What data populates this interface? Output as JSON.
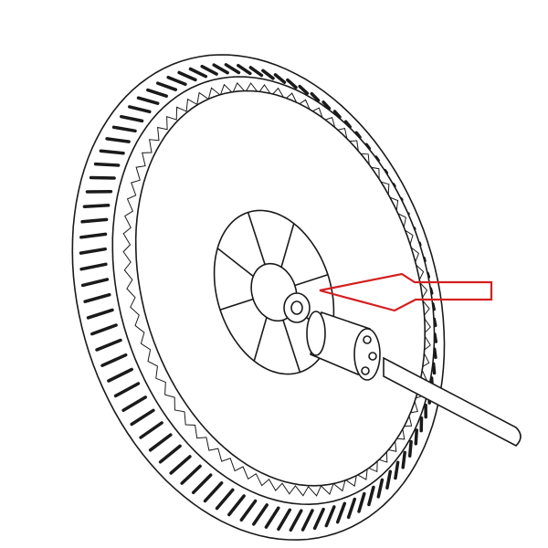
{
  "diagram": {
    "subject": "wheel-gear-assembly",
    "colors": {
      "line": "#1a1a1a",
      "background": "#ffffff",
      "highlight_arrow": "#d42020"
    },
    "tread_ribs": 90,
    "gear_teeth": 70
  }
}
